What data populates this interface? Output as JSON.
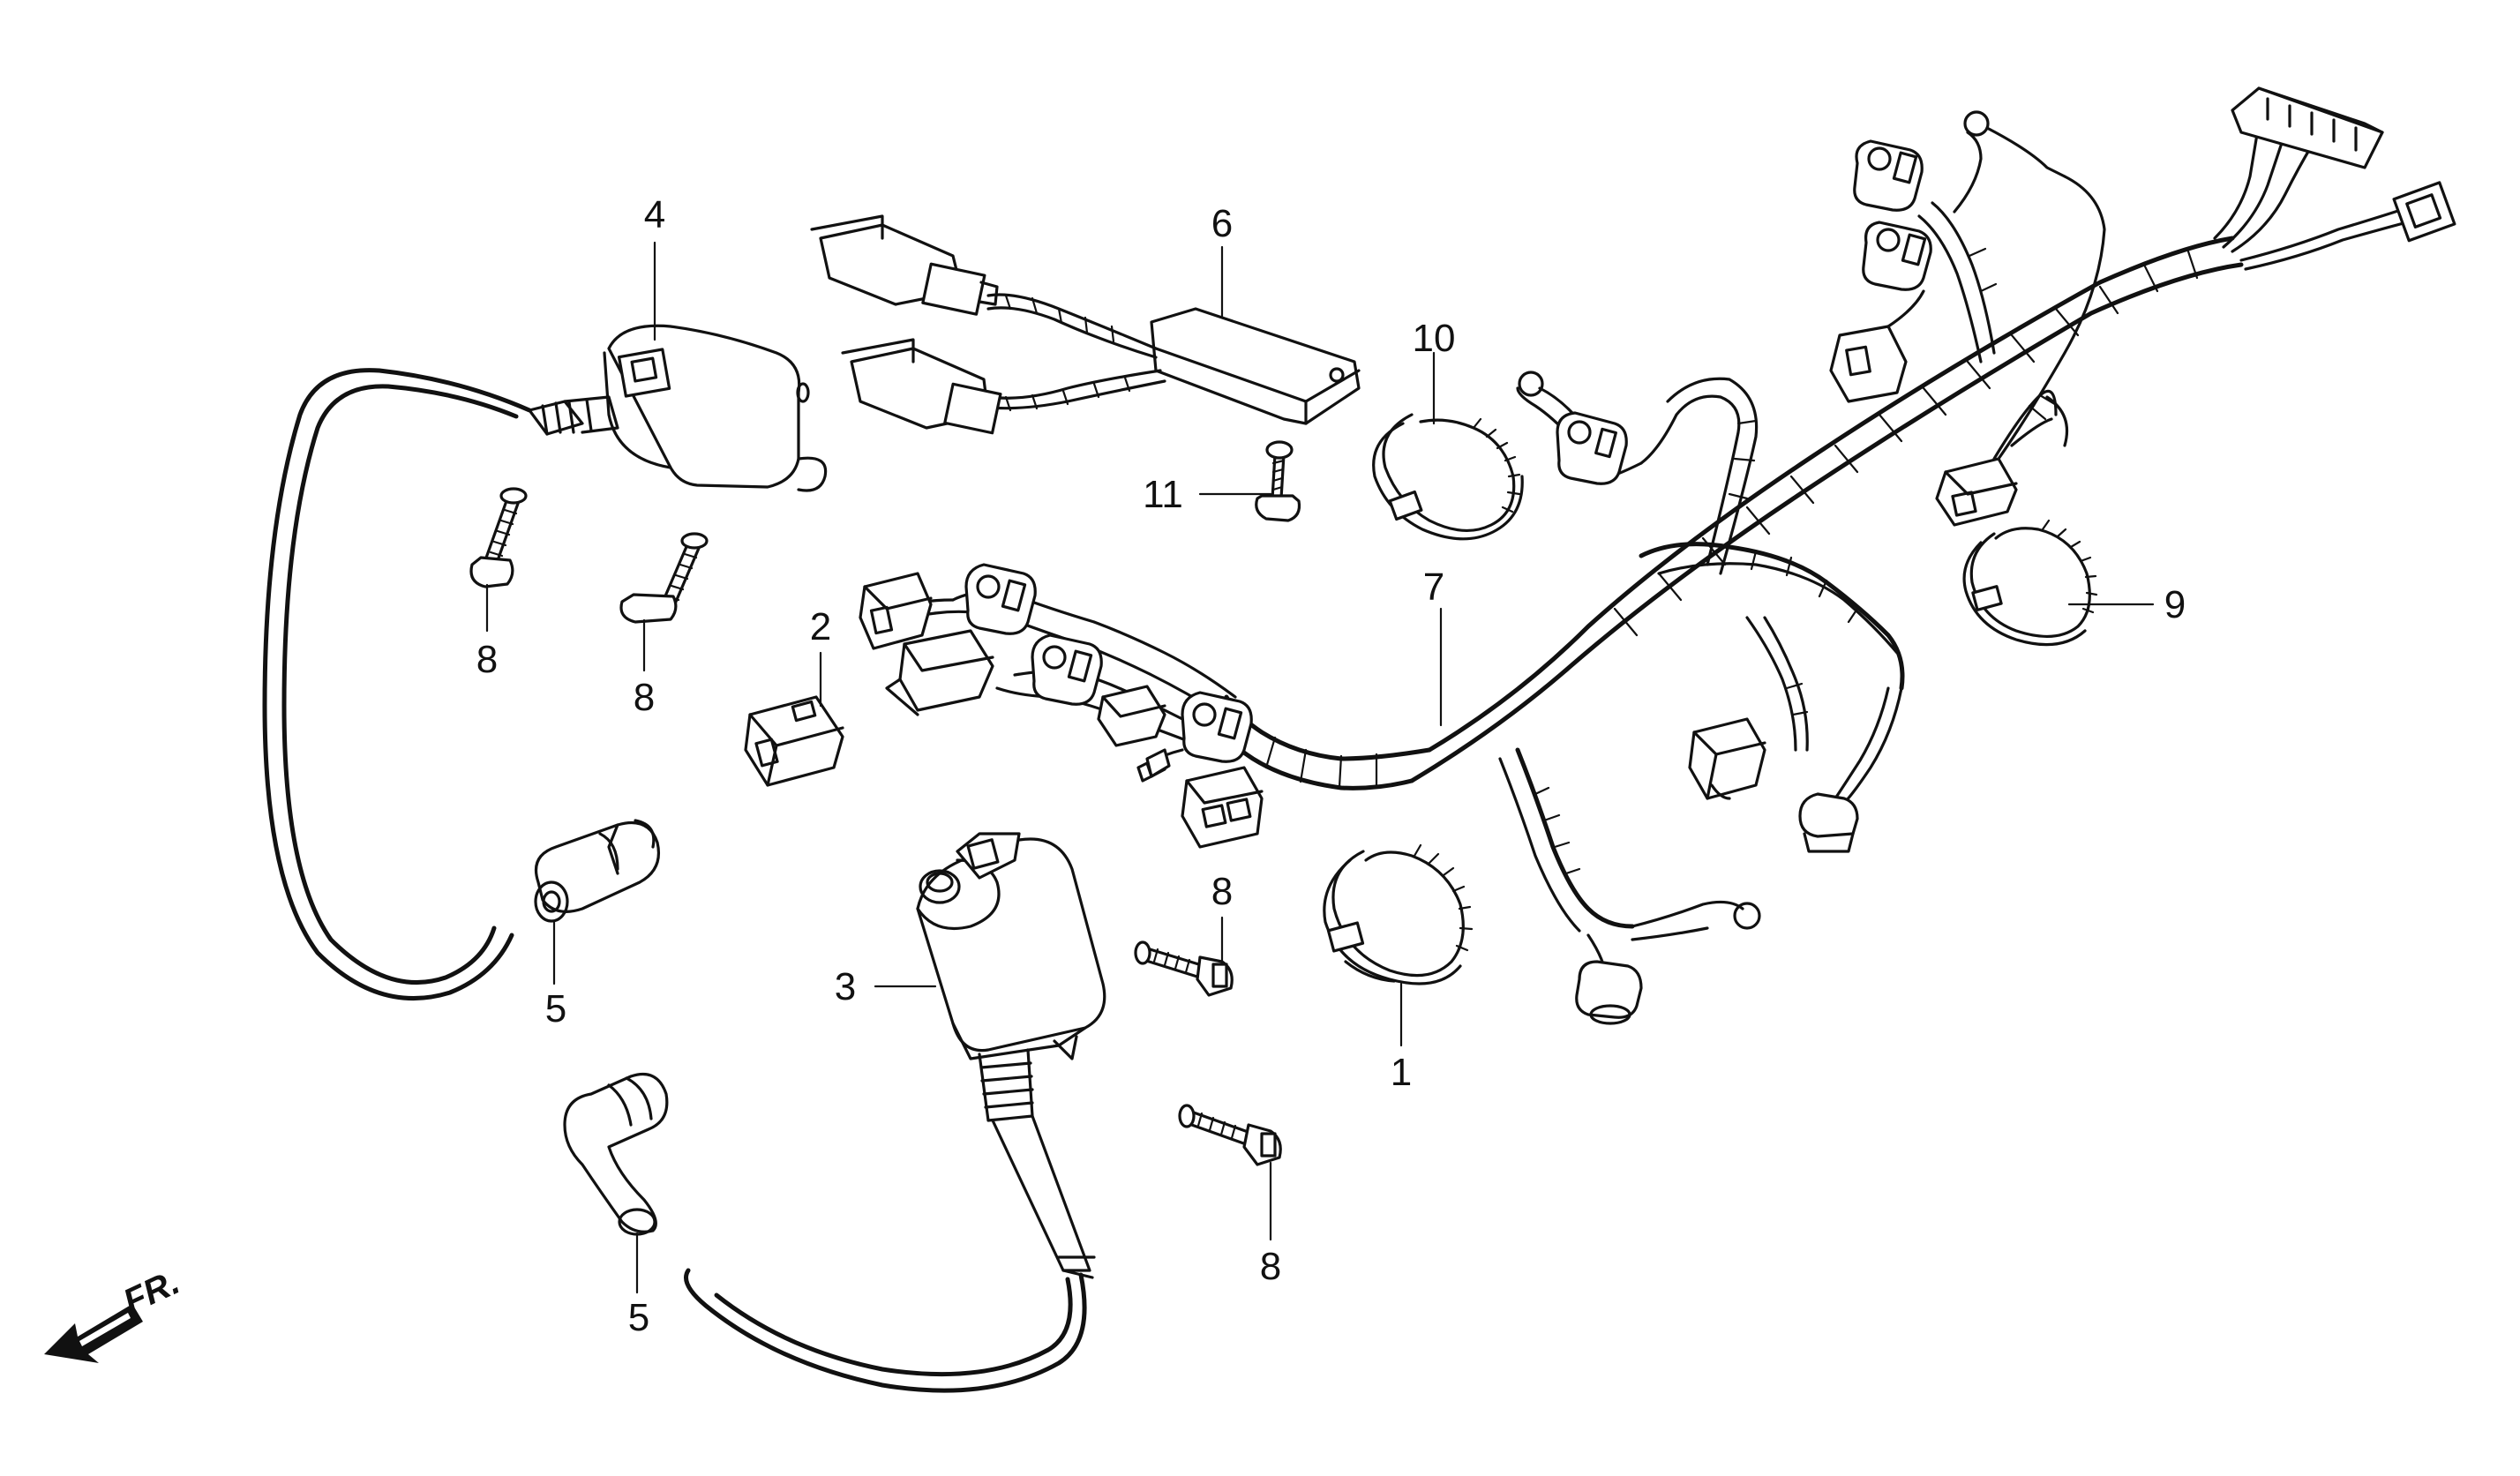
{
  "callouts": [
    {
      "id": "1",
      "text": "1"
    },
    {
      "id": "2",
      "text": "2"
    },
    {
      "id": "3",
      "text": "3"
    },
    {
      "id": "4",
      "text": "4"
    },
    {
      "id": "5a",
      "text": "5"
    },
    {
      "id": "5b",
      "text": "5"
    },
    {
      "id": "6",
      "text": "6"
    },
    {
      "id": "7",
      "text": "7"
    },
    {
      "id": "8a",
      "text": "8"
    },
    {
      "id": "8b",
      "text": "8"
    },
    {
      "id": "8c",
      "text": "8"
    },
    {
      "id": "8d",
      "text": "8"
    },
    {
      "id": "9",
      "text": "9"
    },
    {
      "id": "10",
      "text": "10"
    },
    {
      "id": "11",
      "text": "11"
    }
  ],
  "direction": {
    "text": "FR."
  },
  "icons": [
    "front-direction-arrow-icon"
  ]
}
